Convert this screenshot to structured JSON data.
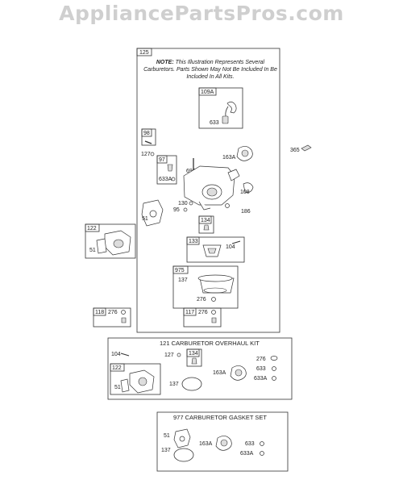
{
  "watermark": "AppliancePartsPros.com",
  "note": {
    "prefix": "NOTE:",
    "text": "This Illustration Represents Several Carburetors. Parts Shown May Not Be Included In Be Included In All Kits."
  },
  "main_box_label": "125",
  "outside_labels": {
    "p365": "365"
  },
  "parts": {
    "p109A": "109A",
    "p633_top": "633",
    "p98": "98",
    "p127": "127",
    "p97": "97",
    "p633A": "633A",
    "p692": "692",
    "p163A": "163A",
    "p108": "108",
    "p130": "130",
    "p95": "95",
    "p186": "186",
    "p51_main": "51",
    "p134": "134",
    "p133": "133",
    "p104": "104",
    "p975": "975",
    "p137": "137",
    "p276_inner": "276",
    "p122": "122",
    "p51_side": "51",
    "p118": "118",
    "p276_118": "276",
    "p117": "117",
    "p276_117": "276"
  },
  "kit121": {
    "title": "121 CARBURETOR OVERHAUL KIT",
    "labels": {
      "p104": "104",
      "p127": "127",
      "p134": "134",
      "p122": "122",
      "p51": "51",
      "p137": "137",
      "p163A": "163A",
      "p276": "276",
      "p633": "633",
      "p633A": "633A"
    }
  },
  "kit977": {
    "title": "977 CARBURETOR GASKET SET",
    "labels": {
      "p51": "51",
      "p137": "137",
      "p163A": "163A",
      "p633": "633",
      "p633A": "633A"
    }
  }
}
